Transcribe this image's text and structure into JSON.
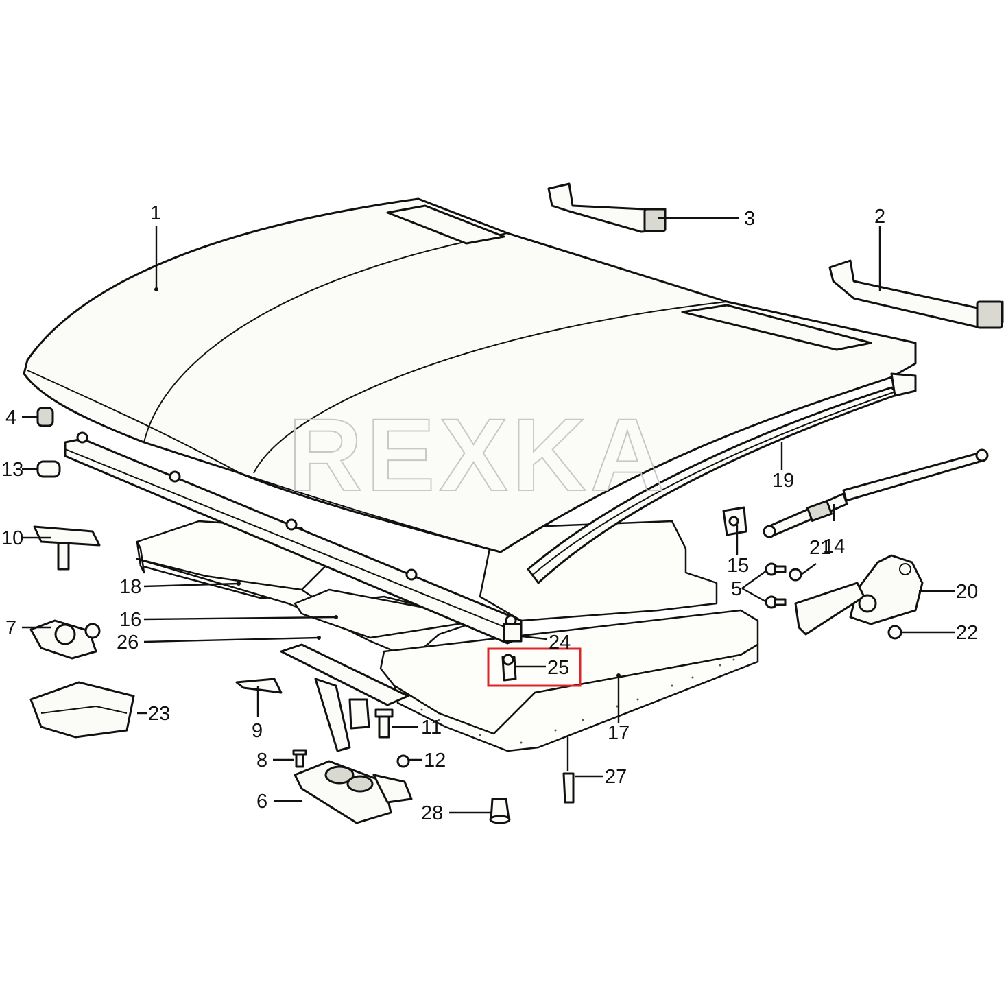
{
  "watermark": "REXKA",
  "highlight_color": "#d9262a",
  "callouts": {
    "p1": "1",
    "p2": "2",
    "p3": "3",
    "p4": "4",
    "p5": "5",
    "p6": "6",
    "p7": "7",
    "p8": "8",
    "p9": "9",
    "p10": "10",
    "p11": "11",
    "p12": "12",
    "p13": "13",
    "p14": "14",
    "p15": "15",
    "p16": "16",
    "p17": "17",
    "p18": "18",
    "p19": "19",
    "p20": "20",
    "p21": "21",
    "p22": "22",
    "p23": "23",
    "p24": "24",
    "p25": "25",
    "p26": "26",
    "p27": "27",
    "p28": "28"
  },
  "highlighted_callout": "25"
}
